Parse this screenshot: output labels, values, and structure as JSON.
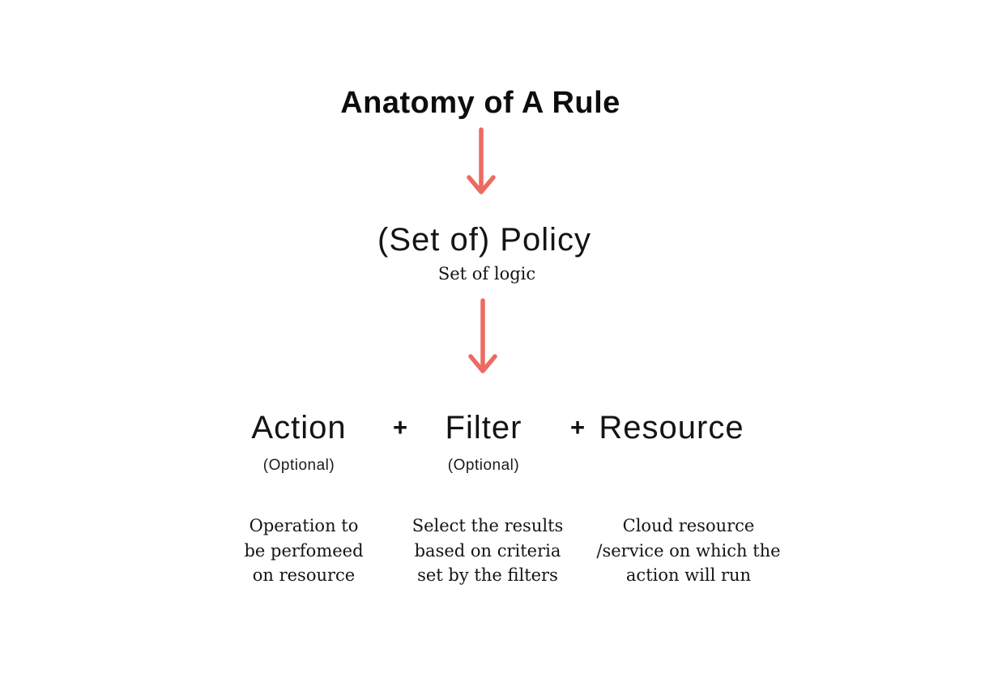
{
  "title": "Anatomy of A Rule",
  "policy": {
    "label": "(Set of) Policy",
    "sublabel": "Set of logic"
  },
  "plus": "+",
  "components": [
    {
      "label": "Action",
      "optional": "(Optional)",
      "description": "Operation to\nbe perfomeed\non resource"
    },
    {
      "label": "Filter",
      "optional": "(Optional)",
      "description": "Select the results\nbased on criteria\nset by the filters"
    },
    {
      "label": "Resource",
      "description": "Cloud resource\n/service on which the\naction will run"
    }
  ],
  "colors": {
    "arrow": "#ec6a62",
    "text": "#141414"
  }
}
